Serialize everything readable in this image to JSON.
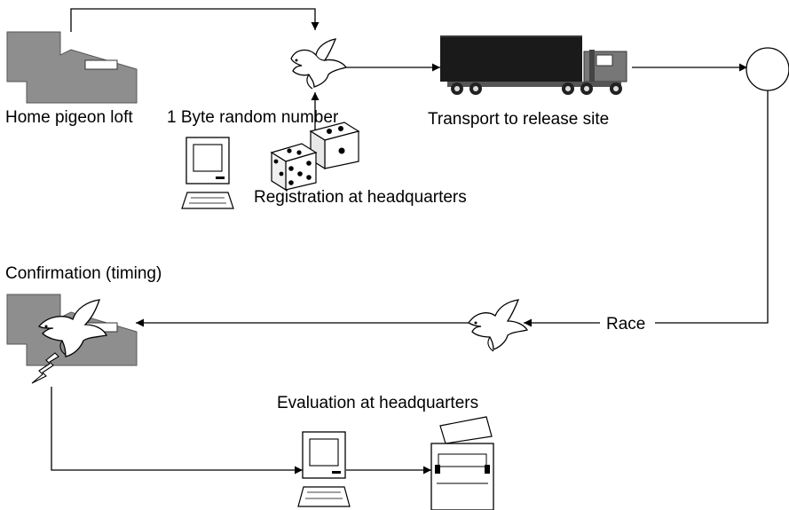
{
  "labels": {
    "home_loft": "Home pigeon loft",
    "random_number": "1 Byte random number",
    "transport": "Transport to release site",
    "registration": "Registration at headquarters",
    "confirmation": "Confirmation (timing)",
    "race": "Race",
    "evaluation": "Evaluation at headquarters"
  },
  "icons": {
    "loft": "house-icon",
    "pigeon": "pigeon-icon",
    "truck": "truck-icon",
    "release_site": "circle-icon",
    "computer": "computer-icon",
    "dice": "dice-icon",
    "signal": "lightning-icon",
    "printer": "printer-icon"
  },
  "colors": {
    "loft_fill": "#8e8e8e",
    "truck_trailer": "#1a1a1a",
    "truck_cab": "#777777",
    "line": "#000000"
  }
}
